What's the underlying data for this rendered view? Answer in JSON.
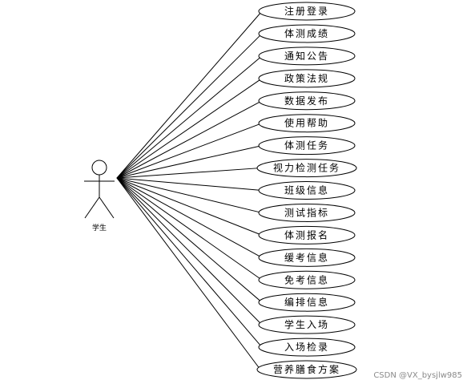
{
  "actor": {
    "name": "学生"
  },
  "use_cases": [
    "注册登录",
    "体测成绩",
    "通知公告",
    "政策法规",
    "数据发布",
    "使用帮助",
    "体测任务",
    "视力检测任务",
    "班级信息",
    "测试指标",
    "体测报名",
    "缓考信息",
    "免考信息",
    "编排信息",
    "学生入场",
    "入场检录",
    "营养膳食方案"
  ],
  "watermark": "CSDN @VX_bysjlw985",
  "colors": {
    "line": "#000000",
    "ellipse_fill": "#ffffff",
    "ellipse_stroke": "#000000",
    "watermark": "#8a8a8a"
  }
}
